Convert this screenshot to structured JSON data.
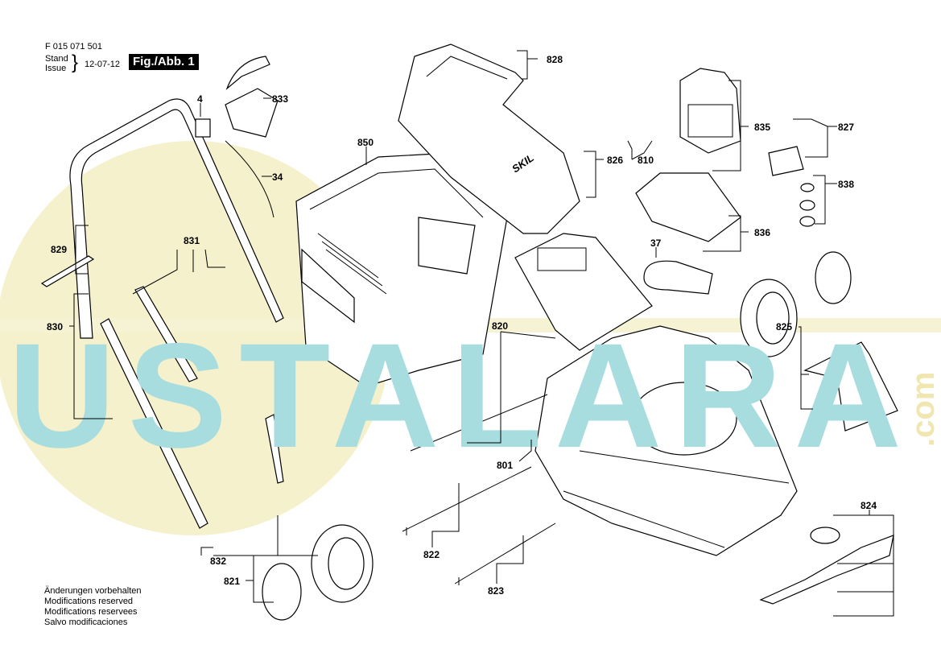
{
  "header": {
    "part_number": "F 015 071 501",
    "stand_label": "Stand",
    "issue_label": "Issue",
    "date": "12-07-12",
    "figure": "Fig./Abb. 1"
  },
  "notes": [
    "Änderungen vorbehalten",
    "Modifications reserved",
    "Modifications reservees",
    "Salvo modificaciones"
  ],
  "watermark": {
    "text": "USTALARA",
    "suffix": ".com",
    "color_text": "#a8dde0",
    "color_circle": "#f4f1cc"
  },
  "brand_logo": "SKIL",
  "labels": {
    "p828": "828",
    "p4": "4",
    "p833": "833",
    "p850": "850",
    "p34": "34",
    "p835": "835",
    "p827": "827",
    "p826": "826",
    "p810": "810",
    "p838": "838",
    "p836": "836",
    "p37": "37",
    "p829": "829",
    "p831": "831",
    "p830": "830",
    "p820": "820",
    "p825": "825",
    "p801": "801",
    "p824": "824",
    "p832": "832",
    "p822": "822",
    "p821": "821",
    "p823": "823"
  }
}
